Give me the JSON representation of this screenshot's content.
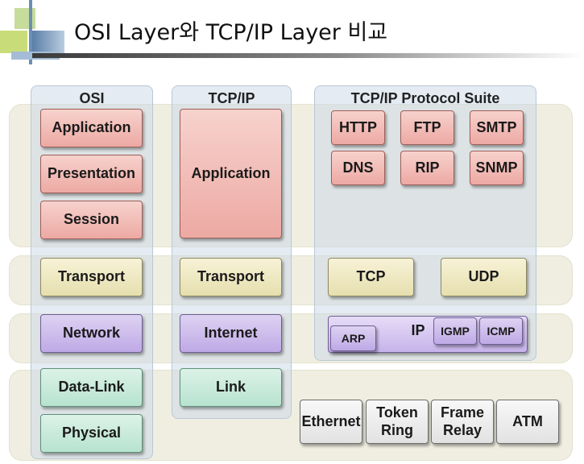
{
  "title": "OSI Layer와 TCP/IP Layer 비교",
  "columns": {
    "osi": {
      "heading": "OSI",
      "layers": [
        "Application",
        "Presentation",
        "Session",
        "Transport",
        "Network",
        "Data-Link",
        "Physical"
      ]
    },
    "tcpip": {
      "heading": "TCP/IP",
      "layers": [
        "Application",
        "Transport",
        "Internet",
        "Link"
      ]
    },
    "suite": {
      "heading": "TCP/IP Protocol Suite",
      "application": [
        "HTTP",
        "FTP",
        "SMTP",
        "DNS",
        "RIP",
        "SNMP"
      ],
      "transport": [
        "TCP",
        "UDP"
      ],
      "internet": {
        "ip": "IP",
        "arp": "ARP",
        "igmp": "IGMP",
        "icmp": "ICMP"
      },
      "link": [
        {
          "line1": "Ethernet",
          "line2": ""
        },
        {
          "line1": "Token",
          "line2": "Ring"
        },
        {
          "line1": "Frame",
          "line2": "Relay"
        },
        {
          "line1": "ATM",
          "line2": ""
        }
      ]
    }
  },
  "colors": {
    "application_layer": "#eda9a3",
    "transport_layer": "#e6dfae",
    "network_layer": "#bfa9e6",
    "link_layer": "#b7e3cf",
    "link_protocols": "#e2e2e2",
    "layer_band": "#efeee0",
    "column_panel": "#cedbe8"
  }
}
